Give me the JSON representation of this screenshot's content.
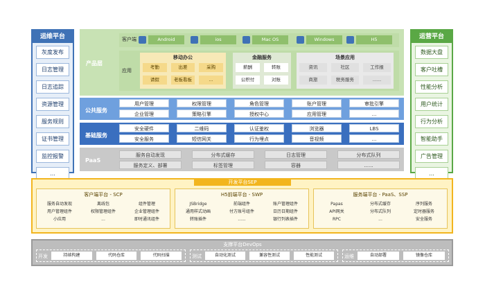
{
  "left_panel": {
    "title": "运维平台",
    "items": [
      "灰度发布",
      "日志管理",
      "日志追踪",
      "资源管理",
      "服务规则",
      "证书管理",
      "监控报警",
      "..."
    ]
  },
  "right_panel": {
    "title": "运营平台",
    "items": [
      "数据大盘",
      "客户吐槽",
      "性能分析",
      "用户统计",
      "行为分析",
      "智能助手",
      "广告管理",
      "..."
    ]
  },
  "product_layer": {
    "label": "产品层",
    "client_label": "客户端",
    "clients": [
      "Android",
      "ios",
      "Mac OS",
      "Windows",
      "H5"
    ],
    "apps_label": "应用",
    "groups": [
      {
        "title": "移动办公",
        "items": [
          "考勤",
          "出差",
          "采购",
          "请假",
          "老板看板",
          "..."
        ]
      },
      {
        "title": "金融服务",
        "items": [
          "薪酬",
          "转账",
          "公积付",
          "对账"
        ]
      },
      {
        "title": "场景应用",
        "items": [
          "资讯",
          "社区",
          "工作报",
          "商旅",
          "税务服务",
          "......"
        ]
      }
    ]
  },
  "public_layer": {
    "label": "公共服务",
    "rows": [
      [
        "用户管理",
        "权限管理",
        "角色管理",
        "账户管理",
        "审批引擎"
      ],
      [
        "企业管理",
        "策略引擎",
        "授权中心",
        "应用管理",
        "..."
      ]
    ]
  },
  "base_layer": {
    "label": "基础服务",
    "rows": [
      [
        "安全硬件",
        "二维码",
        "认证鉴权",
        "浏览器",
        "LBS"
      ],
      [
        "安全服务",
        "短信网关",
        "行为埋点",
        "音视频",
        "..."
      ]
    ]
  },
  "paas_layer": {
    "label": "PaaS",
    "rows": [
      [
        "服务自动发现",
        "分布式缓存",
        "日志管理",
        "分布式队列"
      ],
      [
        "服务定义、部署",
        "标签管理",
        "容器",
        "......"
      ]
    ]
  },
  "dev_platform": {
    "title": "开发平台SEP",
    "sections": [
      {
        "title": "客户端平台 - SCP",
        "cells": [
          "服务自动发现",
          "离线包",
          "组件管理",
          "用户管理组件",
          "权限管理组件",
          "企业管理组件",
          "小应用",
          "...",
          "即时通讯组件"
        ]
      },
      {
        "title": "H5前端平台 - SWP",
        "cells": [
          "JSBridge",
          "前端组件",
          "账户管理组件",
          "通用样式动画",
          "付方账号组件",
          "日历日期组件",
          "转账插件",
          "......",
          "银行列表插件"
        ]
      },
      {
        "title": "服务端平台 - PaaS、SSP",
        "cells": [
          "Papas",
          "分布式缓存",
          "序列服务",
          "API网关",
          "分布式队列",
          "定时器服务",
          "RPC",
          "...",
          "安全服务"
        ]
      }
    ]
  },
  "support_platform": {
    "title": "支撑平台DevOps",
    "groups": [
      {
        "label": "开发",
        "cells": [
          "持续构建",
          "代码仓库",
          "代码扫描"
        ]
      },
      {
        "label": "测试",
        "cells": [
          "自动化测试",
          "兼容性测试",
          "性能测试"
        ]
      },
      {
        "label": "运维",
        "cells": [
          "自动部署",
          "镜像仓库"
        ]
      }
    ]
  },
  "colors": {
    "blue": "#3f72b6",
    "green": "#5aa845",
    "yellow": "#f2b51e",
    "gray": "#9a9a9a"
  }
}
